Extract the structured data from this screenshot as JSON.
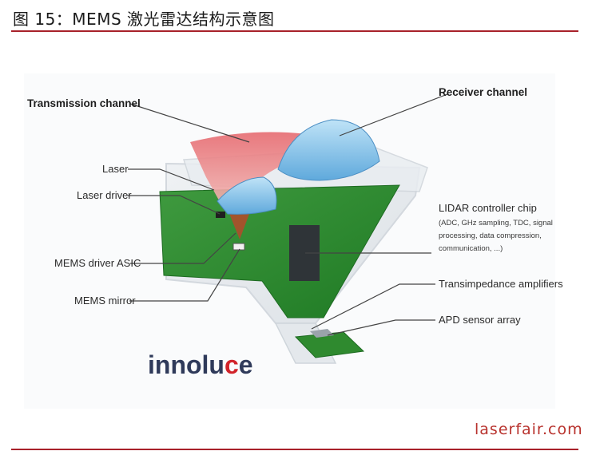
{
  "figure_title": "图 15：MEMS 激光雷达结构示意图",
  "labels": {
    "transmission_channel": "Transmission channel",
    "receiver_channel": "Receiver channel",
    "laser": "Laser",
    "laser_driver": "Laser driver",
    "mems_driver_asic": "MEMS driver ASIC",
    "mems_mirror": "MEMS mirror",
    "lidar_controller_chip": "LIDAR controller chip",
    "lidar_controller_detail_1": "(ADC, GHz sampling, TDC, signal",
    "lidar_controller_detail_2": "processing, data compression,",
    "lidar_controller_detail_3": "communication, ...)",
    "transimpedance_amplifiers": "Transimpedance amplifiers",
    "apd_sensor_array": "APD sensor array"
  },
  "brand": {
    "part1": "innolu",
    "part2": "c",
    "part3": "e",
    "color_dark": "#2f3a5a",
    "color_red": "#d1232a"
  },
  "watermark": "laserfair.com",
  "colors": {
    "rule": "#a8212a",
    "pcb_green": "#2e8b2e",
    "transmission_red": "#e0686e",
    "receiver_blue": "#8fc8ea"
  }
}
